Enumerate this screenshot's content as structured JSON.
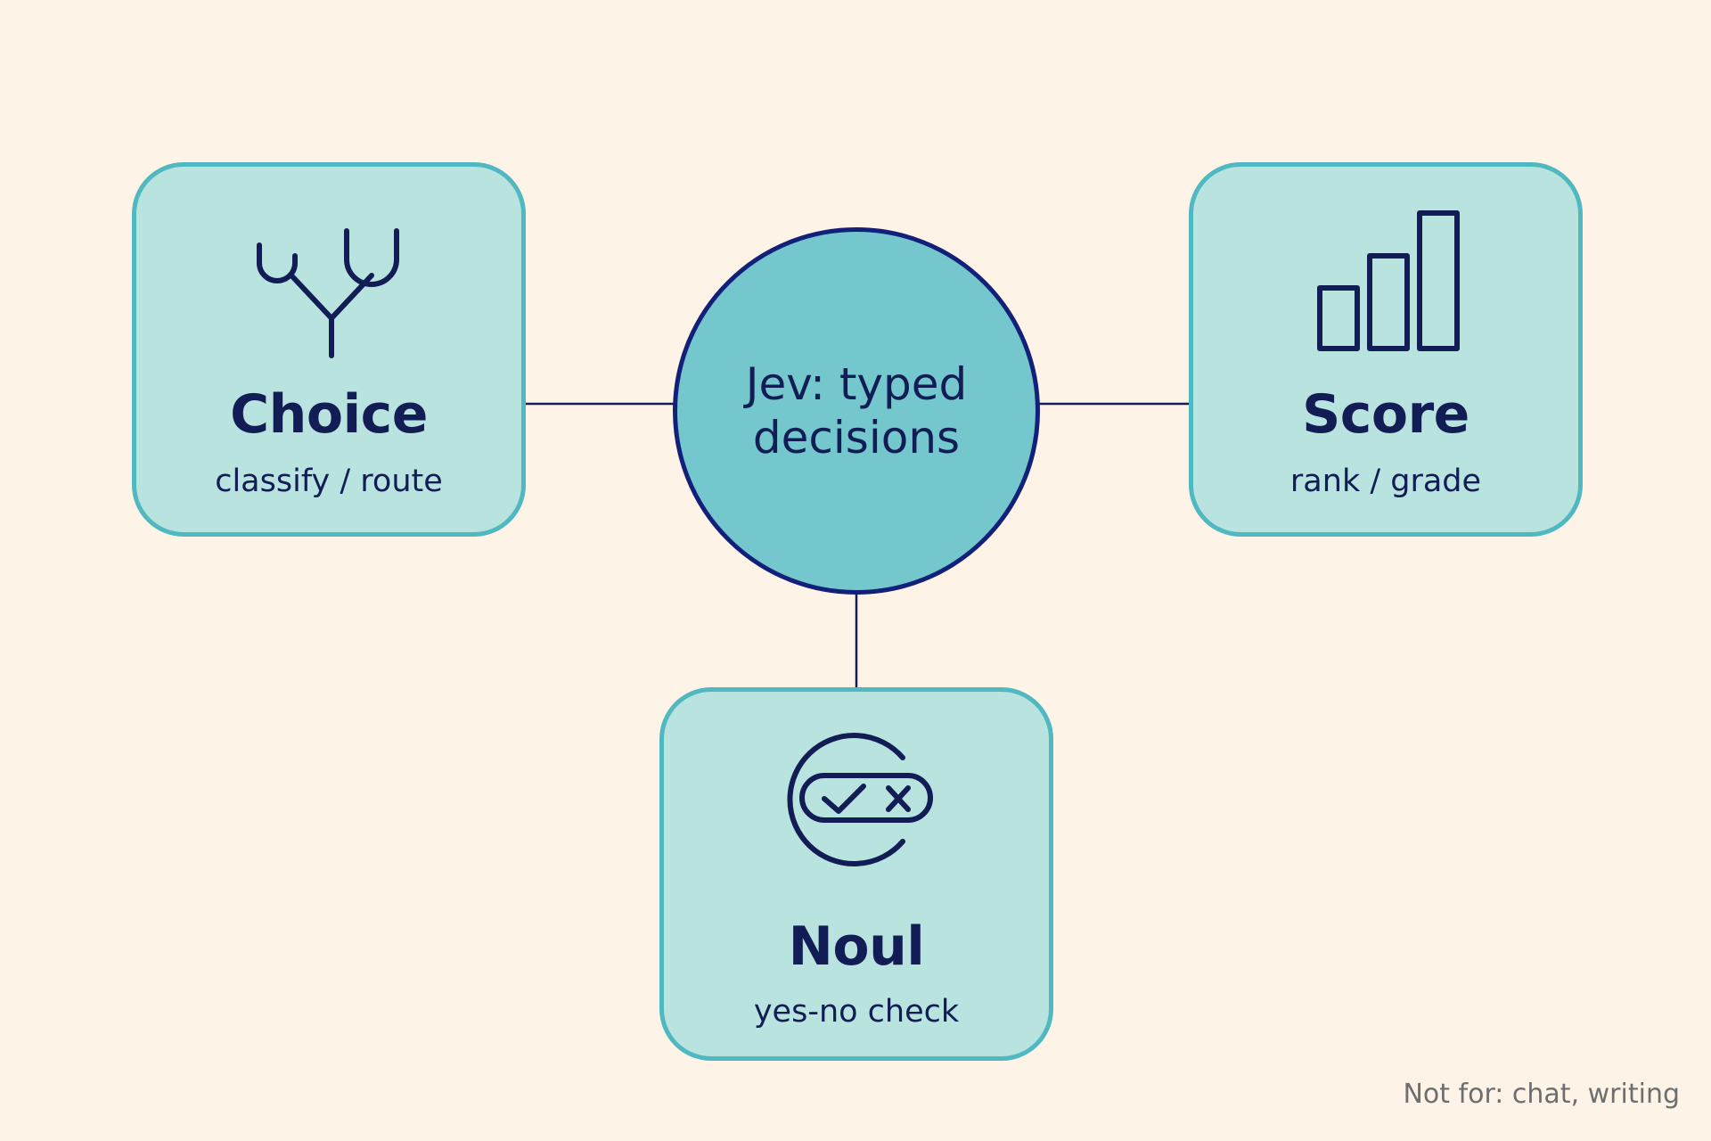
{
  "hub": {
    "label": "Jev: typed decisions"
  },
  "nodes": [
    {
      "title": "Choice",
      "subtitle": "classify / route",
      "icon": "branch-fork-icon"
    },
    {
      "title": "Score",
      "subtitle": "rank / grade",
      "icon": "bar-chart-icon"
    },
    {
      "title": "Noul",
      "subtitle": "yes-no check",
      "icon": "check-cross-toggle-icon"
    }
  ],
  "footnote": "Not for: chat, writing",
  "colors": {
    "background": "#fdf4e7",
    "node_fill": "#b9e3df",
    "node_border": "#4fb8c0",
    "hub_fill": "#74c7cc",
    "hub_border": "#12207a",
    "ink": "#121d55",
    "connector": "#121d55",
    "footnote": "#6e6e6e"
  }
}
